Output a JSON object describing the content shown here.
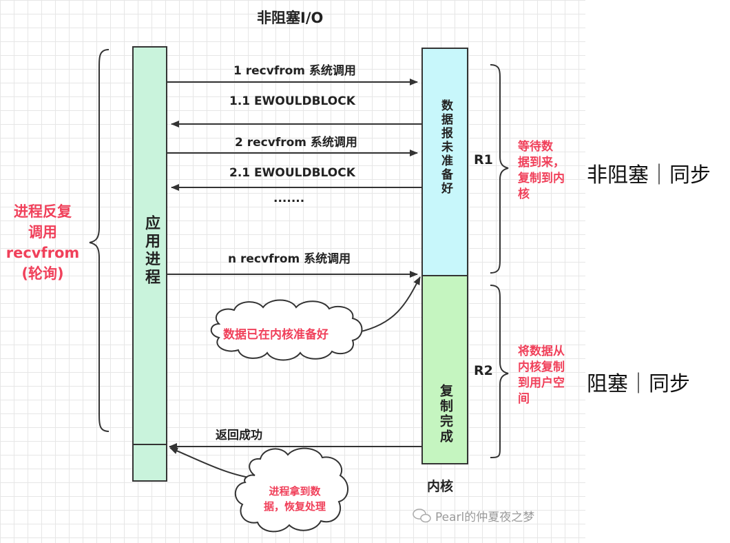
{
  "title": "非阻塞I/O",
  "app_process": {
    "label": "应用进程"
  },
  "kernel": {
    "label": "内核",
    "not_ready": "数据报未准备好",
    "copy_done": "复制完成"
  },
  "left_note": [
    "进程反复",
    "调用",
    "recvfrom",
    "(轮询)"
  ],
  "messages": [
    "1  recvfrom 系统调用",
    "1.1 EWOULDBLOCK",
    "2 recvfrom 系统调用",
    "2.1 EWOULDBLOCK",
    ".......",
    "n  recvfrom 系统调用",
    "返回成功"
  ],
  "phases": {
    "r1_label": "R1",
    "r1_note": [
      "等待数",
      "据到来，",
      "复制到内",
      "核"
    ],
    "r2_label": "R2",
    "r2_note": [
      "将数据从",
      "内核复制",
      "到用户空",
      "间"
    ]
  },
  "clouds": {
    "ready": "数据已在内核准备好",
    "got_data": [
      "进程拿到数",
      "据，恢复处理"
    ]
  },
  "side_labels": {
    "top": "非阻塞｜同步",
    "bottom": "阻塞｜同步"
  },
  "watermark": "Pearl的仲夏夜之梦",
  "colors": {
    "app_box": "#c9f3dc",
    "kernel_wait": "#c8f7fb",
    "kernel_copy": "#c5f5c0",
    "accent_red": "#f0405a",
    "line": "#333333"
  }
}
